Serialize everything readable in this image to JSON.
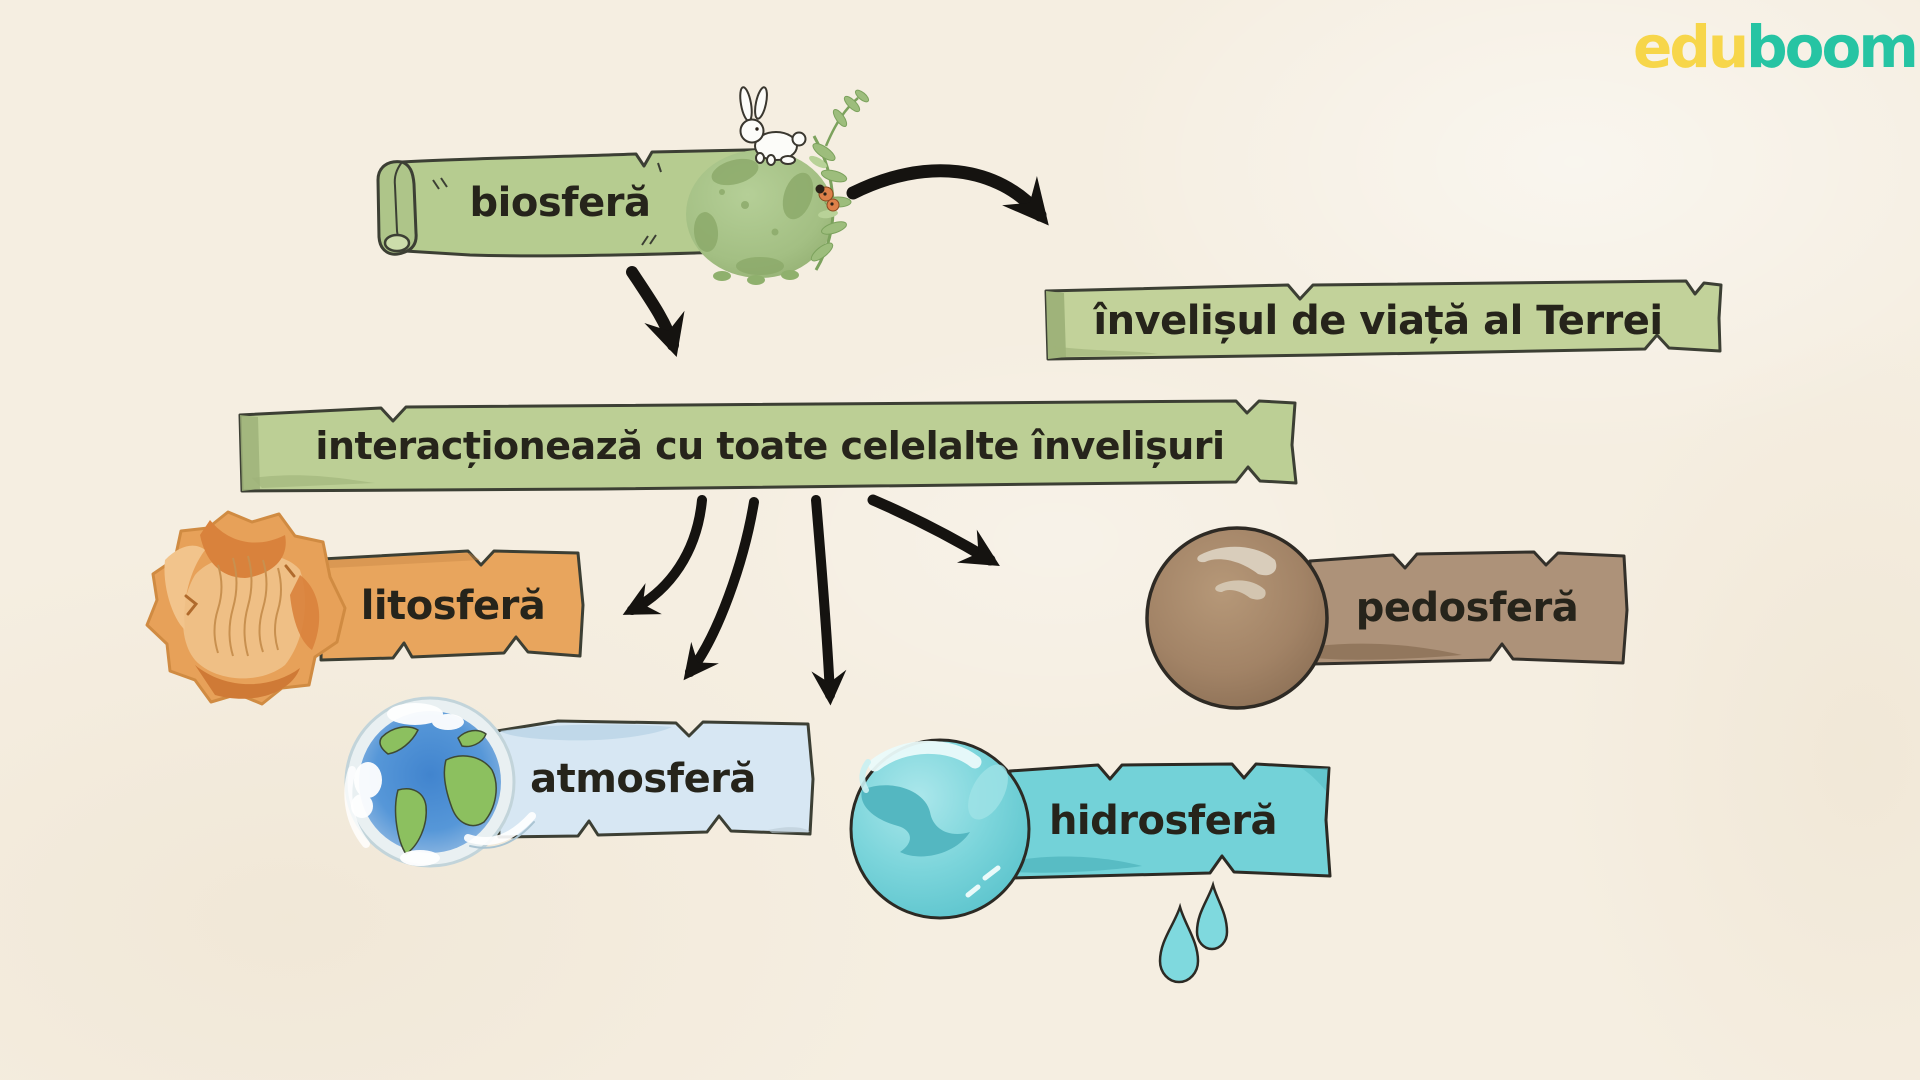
{
  "brand": {
    "logo_part1": "edu",
    "logo_part2": "boom"
  },
  "diagram": {
    "main_node": {
      "label": "biosferă",
      "icon": "green-sphere-icon"
    },
    "definition": {
      "label": "învelișul de viață al Terrei"
    },
    "interaction": {
      "label": "interacționează cu toate celelalte învelișuri"
    },
    "spheres": [
      {
        "label": "litosferă",
        "icon": "rock-sphere-icon",
        "banner_color": "#e8a55d"
      },
      {
        "label": "atmosferă",
        "icon": "earth-globe-icon",
        "banner_color": "#d7e7f3"
      },
      {
        "label": "hidrosferă",
        "icon": "water-sphere-icon",
        "banner_color": "#73d2d8"
      },
      {
        "label": "pedosferă",
        "icon": "soil-sphere-icon",
        "banner_color": "#ad9279"
      }
    ]
  },
  "colors": {
    "background": "#f5eee1",
    "banner_green": "#bccf95",
    "scroll_green": "#b6cc90",
    "banner_orange": "#e8a55d",
    "banner_lightblue": "#d7e7f3",
    "banner_teal": "#73d2d8",
    "banner_brown": "#ad9279",
    "text": "#26241b",
    "arrow": "#151310",
    "logo_yellow": "#f7d64a",
    "logo_teal": "#26c4a3"
  }
}
